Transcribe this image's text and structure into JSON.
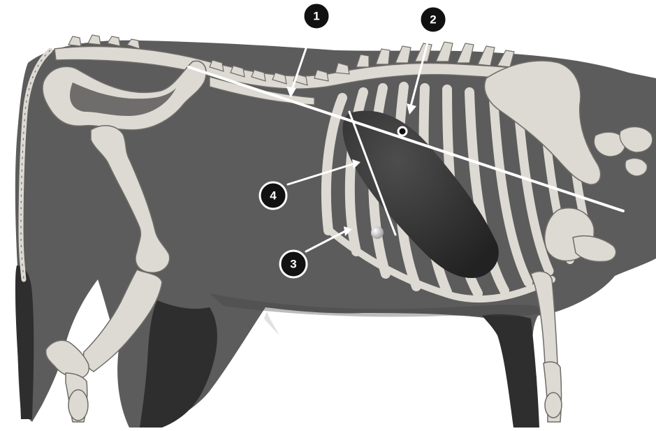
{
  "figure": {
    "colors": {
      "background": "#ffffff",
      "body": "#5c5c5c",
      "body_shadow": "#3e3e3e",
      "leg_dark": "#2e2e2e",
      "bone": "#ddd9d3",
      "bone_outline": "#6f6c68",
      "organ": "#2f2f2f",
      "organ_highlight": "#4a4a4a",
      "ref_line": "#ffffff",
      "callout_fill": "#111111",
      "callout_ring": "#ffffff"
    },
    "callouts": [
      {
        "id": "c1",
        "label": "1",
        "icon": "numbered-callout-circle"
      },
      {
        "id": "c2",
        "label": "2",
        "icon": "numbered-callout-circle"
      },
      {
        "id": "c3",
        "label": "3",
        "icon": "numbered-callout-circle"
      },
      {
        "id": "c4",
        "label": "4",
        "icon": "numbered-callout-circle"
      }
    ]
  }
}
